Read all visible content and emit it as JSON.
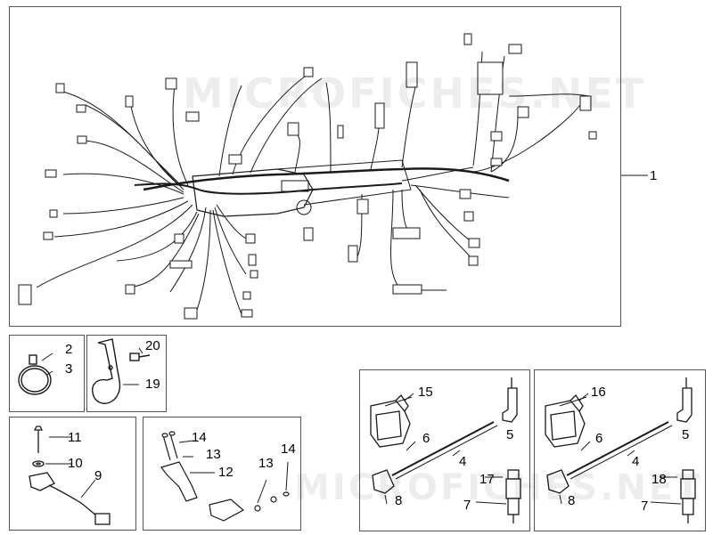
{
  "watermark": "MICROFICHES.NET",
  "refs": {
    "r1": "1",
    "r2": "2",
    "r3": "3",
    "r4a": "4",
    "r4b": "4",
    "r5a": "5",
    "r5b": "5",
    "r6a": "6",
    "r6b": "6",
    "r7a": "7",
    "r7b": "7",
    "r8a": "8",
    "r8b": "8",
    "r9": "9",
    "r10": "10",
    "r11": "11",
    "r12": "12",
    "r13a": "13",
    "r13b": "13",
    "r14a": "14",
    "r14b": "14",
    "r15": "15",
    "r16": "16",
    "r17": "17",
    "r18": "18",
    "r19": "19",
    "r20": "20"
  },
  "colors": {
    "line": "#1a1a1a",
    "panel_border": "#555555",
    "watermark": "#000000"
  },
  "icons": [
    "wiring-harness",
    "clamp-strap",
    "cable-bracket",
    "screw",
    "washer",
    "sensor",
    "ignition-coil",
    "spark-plug",
    "spark-plug-cap",
    "connector"
  ]
}
